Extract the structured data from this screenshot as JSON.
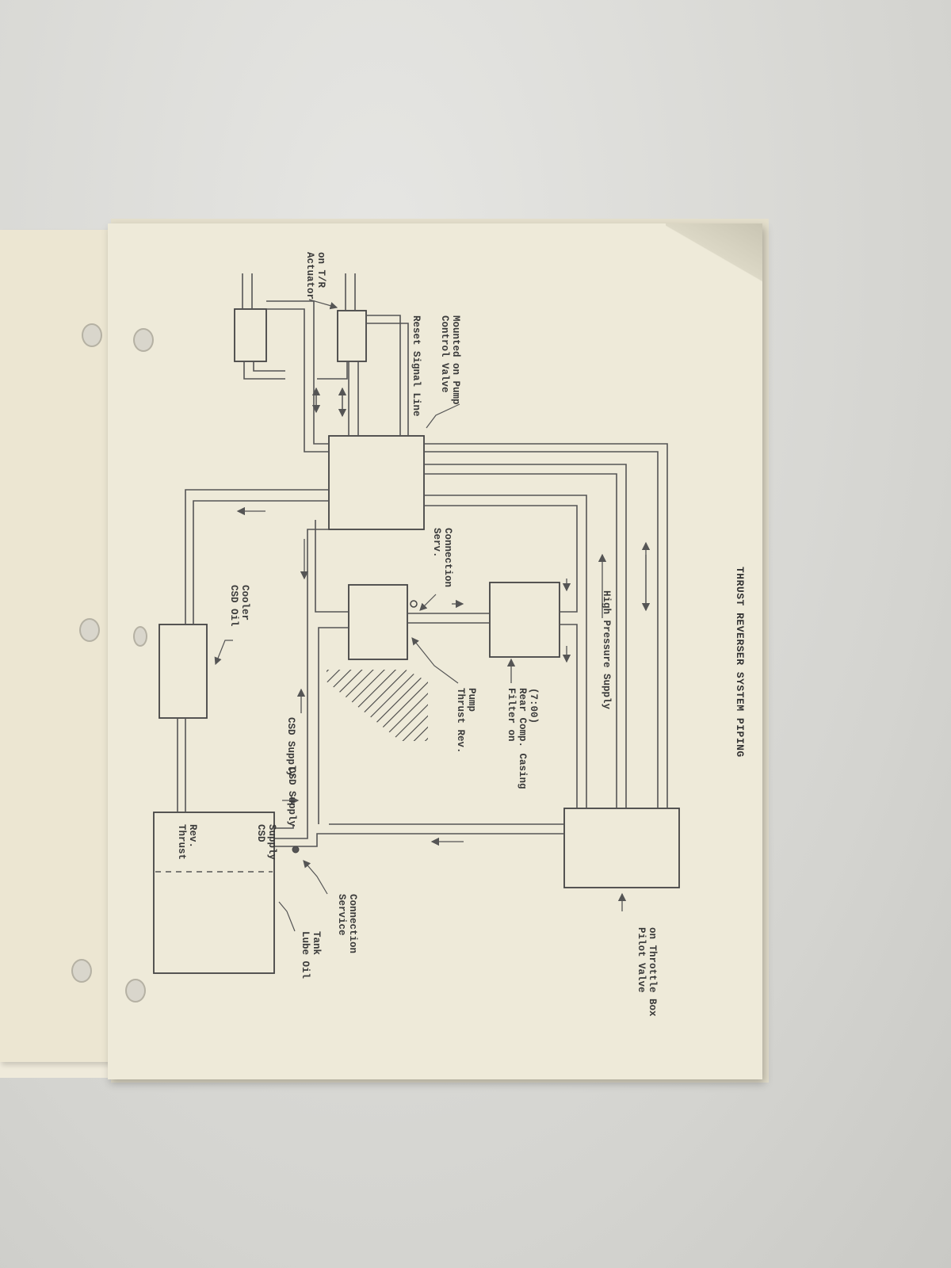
{
  "caption": "THRUST REVERSER SYSTEM PIPING",
  "labels": {
    "actuator_l1": "Actuator",
    "actuator_l2": "on T/R",
    "reset_signal": "Reset Signal Line",
    "control_valve_l1": "Control Valve",
    "control_valve_l2": "Mounted on Pump",
    "serv_conn_l1": "Serv.",
    "serv_conn_l2": "Connection",
    "csd_cooler_l1": "CSD Oil",
    "csd_cooler_l2": "Cooler",
    "csd_supply": "CSD Supply",
    "csd_supply_arrow": "CSD Supply",
    "thrust_rev_pump_l1": "Thrust Rev.",
    "thrust_rev_pump_l2": "Pump",
    "filter_l1": "Filter on",
    "filter_l2": "Rear Comp. Casing",
    "filter_l3": "(7:00)",
    "high_pressure": "High Pressure Supply",
    "tank_thrust_rev_l1": "Thrust",
    "tank_thrust_rev_l2": "Rev.",
    "tank_csd_l1": "CSD",
    "tank_csd_l2": "Supply",
    "lube_tank_l1": "Lube Oil",
    "lube_tank_l2": "Tank",
    "service_conn_l1": "Service",
    "service_conn_l2": "Connection",
    "pilot_valve_l1": "Pilot Valve",
    "pilot_valve_l2": "on Throttle Box"
  }
}
